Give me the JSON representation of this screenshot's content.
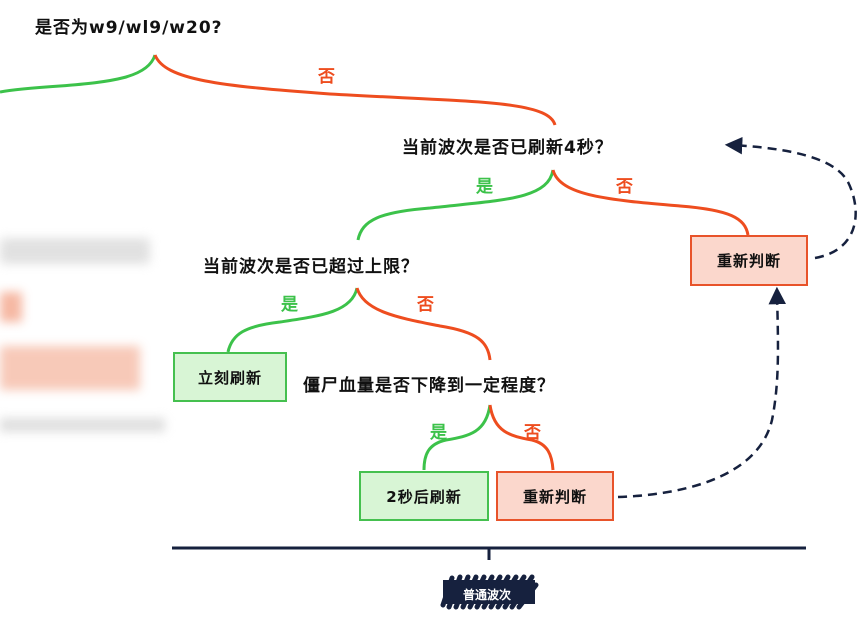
{
  "colors": {
    "yes": "#3cc24a",
    "no": "#ee4d1f",
    "green_box_bg": "#d8f5d5",
    "red_box_bg": "#fbd7cc",
    "timeline": "#16213e"
  },
  "diagram": {
    "q_top": "是否为w9/wl9/w20?",
    "q_top_no": "否",
    "q_refresh4": "当前波次是否已刷新4秒？",
    "q_refresh4_yes": "是",
    "q_refresh4_no": "否",
    "q_limit": "当前波次是否已超过上限？",
    "q_limit_yes": "是",
    "q_limit_no": "否",
    "q_hp": "僵尸血量是否下降到一定程度？",
    "q_hp_yes": "是",
    "q_hp_no": "否",
    "box_refresh_now": "立刻刷新",
    "box_rejudge_1": "重新判断",
    "box_refresh_2s": "2秒后刷新",
    "box_rejudge_2": "重新判断",
    "timeline_label": "普通波次"
  }
}
